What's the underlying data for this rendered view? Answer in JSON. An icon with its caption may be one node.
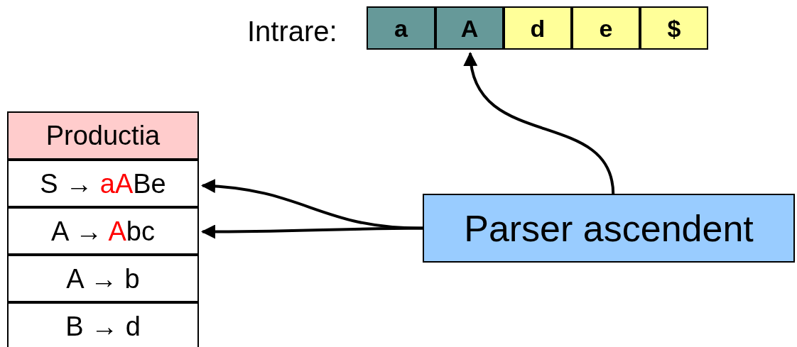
{
  "diagram": {
    "nodes": [
      {
        "text": [
          "a"
        ]
      },
      {
        "text": [
          "A"
        ]
      },
      {
        "text": [
          "d"
        ]
      },
      {
        "text": [
          "e"
        ]
      },
      {
        "text": [
          "$"
        ]
      },
      {
        "text": [
          "Productia"
        ]
      },
      {
        "text": [
          "S → **aA**Be"
        ]
      },
      {
        "text": [
          "A → **A**bc"
        ]
      },
      {
        "text": [
          "A → b"
        ]
      },
      {
        "text": [
          "B → d"
        ]
      },
      {
        "text": [
          "Parser ascendent"
        ]
      }
    ],
    "edges": [
      {
        "from": 10,
        "to": 1,
        "arrow": "to"
      },
      {
        "from": 10,
        "to": 6,
        "arrow": "to"
      },
      {
        "from": 10,
        "to": 7,
        "arrow": "to"
      }
    ],
    "labels": [
      "Intrare:"
    ]
  }
}
